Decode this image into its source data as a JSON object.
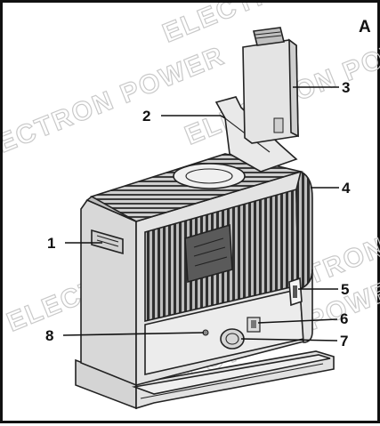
{
  "diagram": {
    "corner_label": "A",
    "watermark_text": "ELECTRON POWER",
    "callouts": [
      {
        "id": "1",
        "label": "1"
      },
      {
        "id": "2",
        "label": "2"
      },
      {
        "id": "3",
        "label": "3"
      },
      {
        "id": "4",
        "label": "4"
      },
      {
        "id": "5",
        "label": "5"
      },
      {
        "id": "6",
        "label": "6"
      },
      {
        "id": "7",
        "label": "7"
      },
      {
        "id": "8",
        "label": "8"
      }
    ],
    "colors": {
      "line": "#111111",
      "body_fill": "#dcdcdc",
      "grille_fill": "#3a3a3a",
      "panel_fill": "#e6e6e6",
      "tank_fill": "#e4e4e4",
      "watermark": "#c9c9c9"
    }
  }
}
